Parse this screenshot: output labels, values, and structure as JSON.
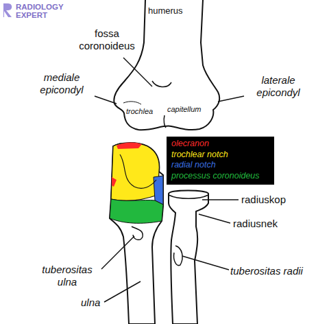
{
  "diagram": {
    "labels": [
      "humerus",
      "fossa coronoideus",
      "mediale epicondyl",
      "laterale epicondyl",
      "trochlea",
      "capitellum",
      "radiuskop",
      "radiusnek",
      "tuberositas ulna",
      "tuberositas radii",
      "ulna",
      "RADIOLOGY EXPERT"
    ],
    "legend": [
      {
        "text": "olecranon",
        "color": "#ff2a2a"
      },
      {
        "text": "trochlear notch",
        "color": "#ffe81a"
      },
      {
        "text": "radial notch",
        "color": "#3a6fe0"
      },
      {
        "text": "processus coronoideus",
        "color": "#22b83e"
      }
    ]
  }
}
